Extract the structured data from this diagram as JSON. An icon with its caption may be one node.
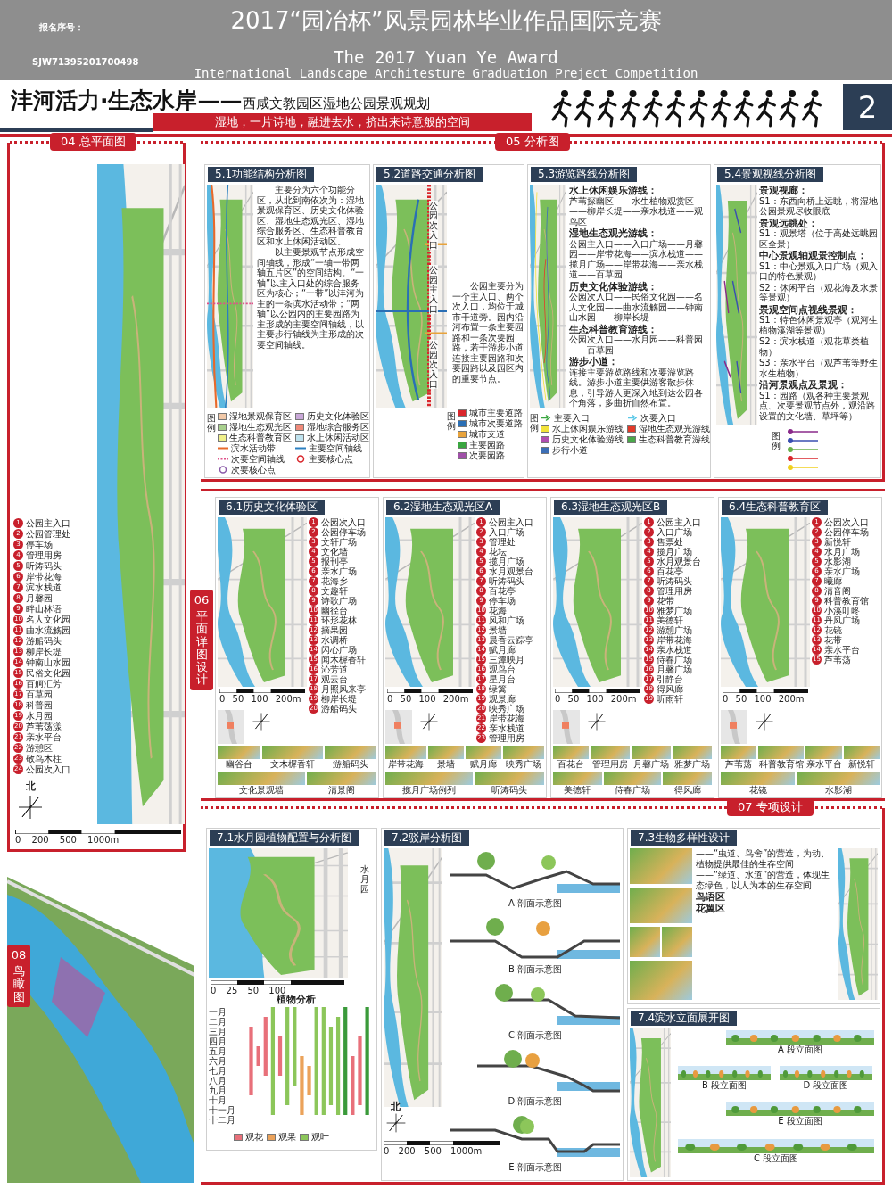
{
  "diagram": {
    "title": "2017“园冶杯”风景园林毕业作品国际竞赛",
    "nodes": [
      {
        "text": [
          "04 总平面图"
        ]
      },
      {
        "text": [
          "05 分析图"
        ]
      },
      {
        "text": [
          "5.1功能结构分析图",
          "主要分为六个功能分区，从北到南依次为：湿地景观保育区、历史文化体验区、湿地生态观光区、湿地综合服务区、生态科普教育区和水上休闲活动区。",
          "以主要景观节点形成空间轴线，形成“一轴一带两轴五片区”的空间结构。“一轴”以主入口处的综合服务区为核心；“一带”以沣河为主的一条滨水活动带；“两轴”以公园内的主要园路为主形成的主要空间轴线，以主要步行轴线为主形成的次要空间轴线。"
        ],
        "in": 1
      },
      {
        "text": [
          "5.2道路交通分析图",
          "公园主要分为一个主入口、两个次入口，均位于城市干道旁。园内沿河布置一条主要园路和一条次要园路，若干游步小道连接主要园路和次要园路以及园区内的重要节点。"
        ],
        "in": 1
      },
      {
        "text": [
          "5.3游览路线分析图",
          "水上休闲娱乐游线：",
          "芦苇探幽区——水生植物观赏区——柳岸长堤——亲水栈道——观鸟区",
          "湿地生态观光游线：",
          "公园主入口——入口广场——月馨园——岸带花海——滨水栈道——揽月广场——岸带花海——亲水栈道——百草园",
          "历史文化体验游线：",
          "公园次入口——民俗文化园——名人文化园——曲水流觞园——钟南山水园——柳岸长堤",
          "生态科普教育游线：",
          "公园次入口——水月园——科普园——百草园",
          "游步小道：",
          "连接主要游览路线和次要游览路线。游步小道主要供游客散步休息，引导游人更深入地到达公园各个角落，多曲折自然布置。"
        ],
        "in": 1
      },
      {
        "text": [
          "5.4景观视线分析图",
          "景观视廊：",
          "S1：东西向桥上远眺，将湿地公园景观尽收眼底",
          "景观远眺处：",
          "S1：观景塔（位于高处远眺园区全景）",
          "中心景观轴观景控制点：",
          "S1：中心景观入口广场（观入口的特色景观）",
          "S2：休闲平台（观花海及水景等景观）",
          "景观空间点视线景观：",
          "S1：特色休闲景观亭（观河生植物溪湖等景观）",
          "S2：滨水栈道（观花草类植物）",
          "S3：亲水平台（观芦苇等野生水生植物）",
          "沿河景观点及景观：",
          "S1：园路（观各种主要景观点、次要景观节点外，观沿路设置的文化墙、草坪等）"
        ],
        "in": 1
      },
      {
        "text": [
          "06",
          "平面详图设计"
        ]
      },
      {
        "text": [
          "6.1历史文化体验区"
        ],
        "in": 6
      },
      {
        "text": [
          "6.2湿地生态观光区A"
        ],
        "in": 6
      },
      {
        "text": [
          "6.3湿地生态观光区B"
        ],
        "in": 6
      },
      {
        "text": [
          "6.4生态科普教育区"
        ],
        "in": 6
      },
      {
        "text": [
          "07 专项设计"
        ]
      },
      {
        "text": [
          "7.1水月园植物配置与分析图"
        ],
        "in": 11
      },
      {
        "text": [
          "7.2驳岸分析图"
        ],
        "in": 11
      },
      {
        "text": [
          "7.3生物多样性设计",
          "——“虫道、鸟舍”的营造，为动、植物提供最佳的生存空间",
          "——“绿道、水道”的营造，体现生态绿色，以人为本的生存空间",
          "鸟语区",
          "花翼区"
        ],
        "in": 11
      },
      {
        "text": [
          "7.4滨水立面展开图"
        ],
        "in": 11
      },
      {
        "text": [
          "08",
          "鸟瞰图"
        ]
      }
    ],
    "labels": [
      "报名序号：",
      "SJW71395201700498",
      "The 2017 Yuan Ye Award",
      "International Landscape Architesture Graduation Preject Competition",
      "沣河活力·生态水岸——",
      "西咸文教园区湿地公园景观规划",
      "湿地，一片诗地，融进去水，挤出来诗意般的空间",
      "2",
      "1 公园主入口",
      "2 公园管理处",
      "3 停车场",
      "4 管理用房",
      "5 听涛码头",
      "6 岸带花海",
      "7 滨水栈道",
      "8 月馨园",
      "9 畔山林语",
      "10 名人文化园",
      "11 曲水流觞园",
      "12 游船码头",
      "13 柳岸长堤",
      "14 钟南山水园",
      "15 民俗文化园",
      "16 百舸汇芳",
      "17 百草园",
      "18 科普园",
      "19 水月园",
      "20 芦苇荡漾",
      "21 亲水平台",
      "22 游憩区",
      "23 敬鸟木柱",
      "24 公园次入口",
      "北",
      "0 200 500 1000m",
      "图例",
      "公园次入口",
      "公园主入口",
      "公园次入口",
      "图例",
      "图例",
      "图例",
      "1 公园次入口",
      "2 公园停车场",
      "3 文轩广场",
      "4 文化墙",
      "5 报刊亭",
      "6 亲水广场",
      "7 花海乡",
      "8 文趣轩",
      "9 诗歌广场",
      "10 幽径台",
      "11 环形花林",
      "12 摘果园",
      "13 水调桥",
      "14 闪心广场",
      "15 闻木樨香轩",
      "16 沁芳道",
      "17 观云台",
      "18 月照风来亭",
      "19 柳岸长堤",
      "20 游船码头",
      "0 50 100 200m",
      "幽谷台",
      "文木樨香轩",
      "游船码头",
      "文化景观墙",
      "清景阁",
      "1 公园主入口",
      "2 入口广场",
      "3 管理处",
      "4 花坛",
      "5 揽月广场",
      "6 水月观景台",
      "7 听涛码头",
      "8 百花亭",
      "9 停车场",
      "10 花海",
      "11 风和广场",
      "12 景墙",
      "13 晨香云踪亭",
      "14 赋月廊",
      "15 三潭映月",
      "16 观鸟台",
      "17 星月台",
      "18 绿篱",
      "19 观景廊",
      "20 映秀广场",
      "21 岸带花海",
      "22 亲水栈道",
      "23 管理用房",
      "0 50 100 200m",
      "岸带花海",
      "景墙",
      "赋月廊",
      "映秀广场",
      "揽月广场例列",
      "听涛码头",
      "1 公园主入口",
      "2 入口广场",
      "3 售票处",
      "4 揽月广场",
      "5 水月观景台",
      "6 百花亭",
      "7 听涛码头",
      "8 管理用房",
      "9 花带",
      "10 雅梦广场",
      "11 美德轩",
      "12 游憩广场",
      "13 岸带花海",
      "14 亲水栈道",
      "15 侍春广场",
      "16 月馨广场",
      "17 引静台",
      "18 得风廊",
      "19 听雨轩",
      "0 50 100 200m",
      "百花台",
      "管理用房",
      "月馨广场",
      "雅梦广场",
      "美德轩",
      "侍春广场",
      "得风廊",
      "1 公园次入口",
      "2 公园停车场",
      "3 新悦轩",
      "4 水月广场",
      "5 水影湖",
      "6 亲水广场",
      "7 曦廊",
      "8 清音阁",
      "9 科普教育馆",
      "10 小溪叮咚",
      "11 丹凤广场",
      "12 花镜",
      "13 花带",
      "14 亲水平台",
      "15 芦苇荡",
      "0 50 100 200m",
      "芦苇荡",
      "科普教育馆",
      "亲水平台",
      "新悦轩",
      "花镜",
      "水影湖",
      "水月园",
      "0 25 50 100",
      "植物分析",
      "一月",
      "二月",
      "三月",
      "四月",
      "五月",
      "六月",
      "七月",
      "八月",
      "九月",
      "十月",
      "十一月",
      "十二月",
      "A 剖面示意图",
      "B 剖面示意图",
      "C 剖面示意图",
      "D 剖面示意图",
      "E 剖面示意图",
      "北",
      "0 200 500 1000m",
      "A 段立面图",
      "B 段立面图",
      "D 段立面图",
      "E 段立面图",
      "C 段立面图"
    ],
    "legend": [
      {
        "text": "湿地景观保育区",
        "color": "#f2c9a8"
      },
      {
        "text": "历史文化体验区",
        "color": "#c9a8d8"
      },
      {
        "text": "湿地生态观光区",
        "color": "#a8d08d"
      },
      {
        "text": "湿地综合服务区",
        "color": "#f08a7a"
      },
      {
        "text": "生态科普教育区",
        "color": "#f0f08a"
      },
      {
        "text": "水上休闲活动区",
        "color": "#bfe3ef"
      },
      {
        "text": "滨水活动带"
      },
      {
        "text": "主要空间轴线"
      },
      {
        "text": "次要空间轴线"
      },
      {
        "text": "主要核心点"
      },
      {
        "text": "次要核心点"
      },
      {
        "text": "城市主要道路",
        "color": "#d9262c"
      },
      {
        "text": "城市次要道路",
        "color": "#2a6fb5"
      },
      {
        "text": "城市支道",
        "color": "#e8a33c"
      },
      {
        "text": "主要园路",
        "color": "#3aa640"
      },
      {
        "text": "次要园路",
        "color": "#a050a8"
      },
      {
        "text": "主要入口"
      },
      {
        "text": "次要入口"
      },
      {
        "text": "水上休闲娱乐游线",
        "color": "#f2e33a"
      },
      {
        "text": "湿地生态观光游线",
        "color": "#e23a2a"
      },
      {
        "text": "历史文化体验游线",
        "color": "#b04fb0"
      },
      {
        "text": "生态科普教育游线",
        "color": "#4aa84a"
      },
      {
        "text": "步行小道",
        "color": "#3d6fb6"
      },
      {
        "text": "观花",
        "color": "#e8707a"
      },
      {
        "text": "观果",
        "color": "#eba25a"
      },
      {
        "text": "观叶",
        "color": "#8cc65a"
      }
    ]
  }
}
